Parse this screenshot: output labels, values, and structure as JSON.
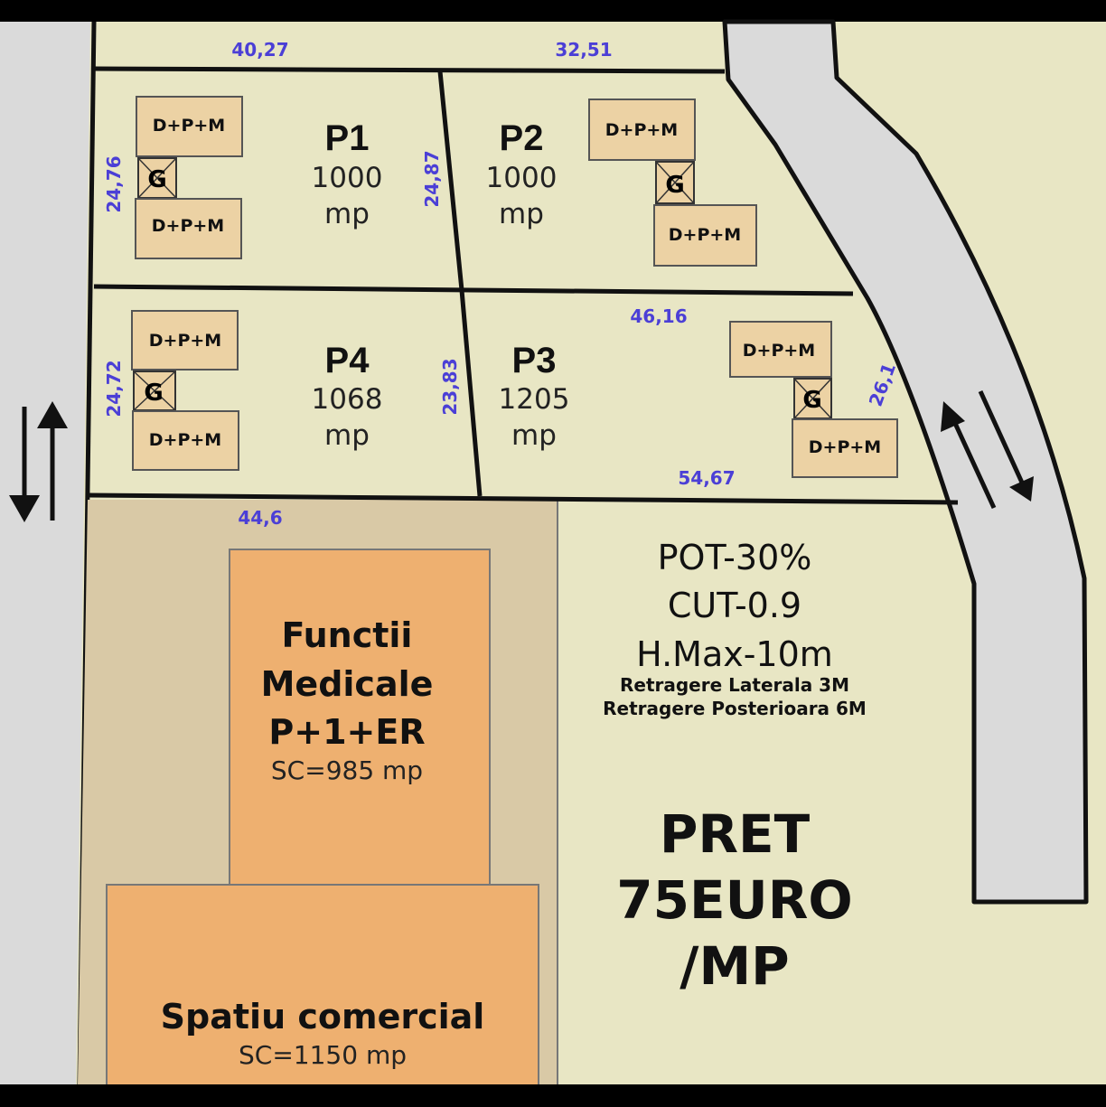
{
  "lots": [
    {
      "id": "P1",
      "name": "P1",
      "area_value": "1000",
      "area_unit": "mp"
    },
    {
      "id": "P2",
      "name": "P2",
      "area_value": "1000",
      "area_unit": "mp"
    },
    {
      "id": "P3",
      "name": "P3",
      "area_value": "1205",
      "area_unit": "mp"
    },
    {
      "id": "P4",
      "name": "P4",
      "area_value": "1068",
      "area_unit": "mp"
    }
  ],
  "house_label": "D+P+M",
  "garage_label": "G",
  "dimensions": {
    "top_left": "40,27",
    "top_right": "32,51",
    "p1_left": "24,76",
    "p1_p2": "24,87",
    "p4_left": "24,72",
    "p4_p3": "23,83",
    "p3_top": "46,16",
    "p3_right": "26,1",
    "p3_bottom": "54,67",
    "south_top": "44,6"
  },
  "buildings": {
    "medical": {
      "line1": "Functii",
      "line2": "Medicale",
      "line3": "P+1+ER",
      "sc": "SC=985 mp"
    },
    "commercial": {
      "line1": "Spatiu comercial",
      "sc": "SC=1150 mp"
    }
  },
  "regulations": {
    "pot": "POT-30%",
    "cut": "CUT-0.9",
    "hmax": "H.Max-10m",
    "lateral": "Retragere Laterala 3M",
    "posterior": "Retragere Posterioara 6M"
  },
  "price": {
    "line1": "PRET",
    "line2": "75EURO",
    "line3": "/MP"
  },
  "colors": {
    "land": "#e8e6c4",
    "road": "#dadada",
    "building_zone": "#d9c9a6",
    "building": "#eeb070",
    "house": "#ecd2a4",
    "dimension_text": "#4b3fd6"
  }
}
